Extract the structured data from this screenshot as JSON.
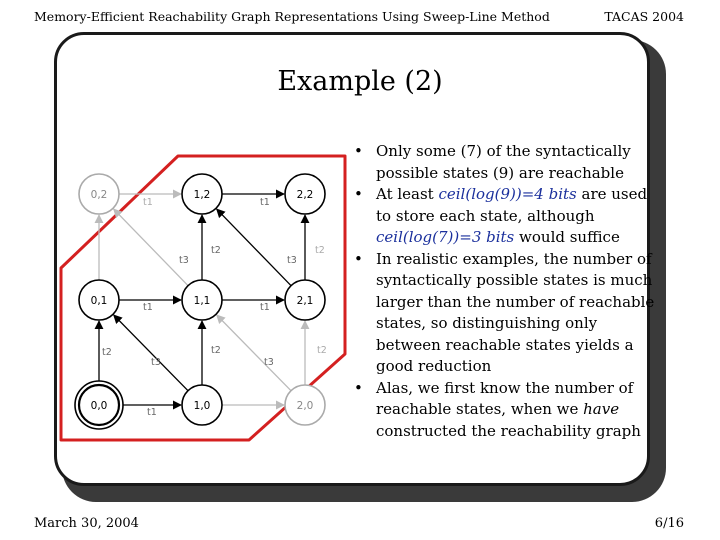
{
  "header": {
    "title": "Memory-Efficient Reachability Graph Representations Using Sweep-Line Method",
    "venue": "TACAS 2004"
  },
  "slide_title": "Example (2)",
  "bullets": [
    {
      "parts": [
        {
          "text": "Only some (7) of the syntactically possible states (9) are reachable",
          "style": "plain"
        }
      ]
    },
    {
      "parts": [
        {
          "text": "At least ",
          "style": "plain"
        },
        {
          "text": "ceil(log(9))=4 bits",
          "style": "emph-blue"
        },
        {
          "text": " are used to store each state, although ",
          "style": "plain"
        },
        {
          "text": "ceil(log(7))=3 bits",
          "style": "emph-blue"
        },
        {
          "text": " would suffice",
          "style": "plain"
        }
      ]
    },
    {
      "parts": [
        {
          "text": "In realistic examples, the number of syntactically possible states is much larger than the number of reachable states, so distinguishing only between reachable states yields a good reduction",
          "style": "plain"
        }
      ]
    },
    {
      "parts": [
        {
          "text": "Alas, we first know the number of reachable states, when we ",
          "style": "plain"
        },
        {
          "text": "have",
          "style": "italic"
        },
        {
          "text": " constructed the reachability graph",
          "style": "plain"
        }
      ]
    }
  ],
  "graph": {
    "states": [
      {
        "label": "0,2",
        "reachable": false,
        "initial": false
      },
      {
        "label": "1,2",
        "reachable": true,
        "initial": false
      },
      {
        "label": "2,2",
        "reachable": true,
        "initial": false
      },
      {
        "label": "0,1",
        "reachable": true,
        "initial": false
      },
      {
        "label": "1,1",
        "reachable": true,
        "initial": false
      },
      {
        "label": "2,1",
        "reachable": true,
        "initial": false
      },
      {
        "label": "0,0",
        "reachable": true,
        "initial": true
      },
      {
        "label": "1,0",
        "reachable": true,
        "initial": false
      },
      {
        "label": "2,0",
        "reachable": false,
        "initial": false
      }
    ],
    "transition_labels": [
      {
        "text": "t1",
        "faded": true
      },
      {
        "text": "t1",
        "faded": false
      },
      {
        "text": "t3",
        "faded": false
      },
      {
        "text": "t2",
        "faded": false
      },
      {
        "text": "t3",
        "faded": false
      },
      {
        "text": "t2",
        "faded": true
      },
      {
        "text": "t1",
        "faded": false
      },
      {
        "text": "t1",
        "faded": false
      },
      {
        "text": "t2",
        "faded": false
      },
      {
        "text": "t3",
        "faded": false
      },
      {
        "text": "t2",
        "faded": false
      },
      {
        "text": "t3",
        "faded": false
      },
      {
        "text": "t2",
        "faded": true
      },
      {
        "text": "t1",
        "faded": false
      }
    ],
    "reachable_region_color": "#d42020"
  },
  "footer": {
    "date": "March 30, 2004",
    "page": "6/16"
  }
}
